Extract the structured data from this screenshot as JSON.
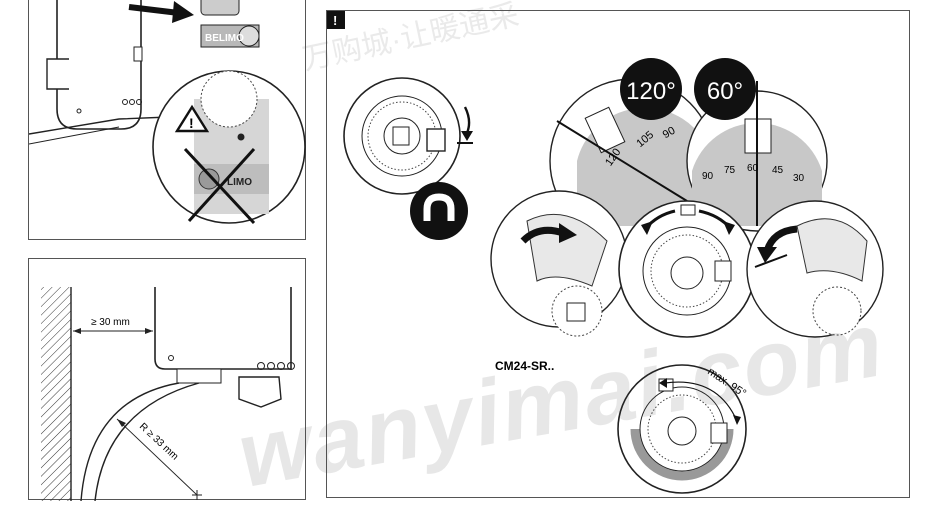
{
  "top_panel": {
    "device_label": "BELIMO",
    "device_label_small": "LIMO"
  },
  "cable_panel": {
    "wall_distance": "≥ 30 mm",
    "bend_radius": "R ≥ 33 mm"
  },
  "main_panel": {
    "warning_icon_text": "!",
    "angle_options": [
      "120°",
      "60°"
    ],
    "scale_120": [
      "90",
      "105",
      "120"
    ],
    "scale_60": [
      "90",
      "75",
      "60",
      "45",
      "30"
    ],
    "model_label": "CM24-SR..",
    "max_rotation": "max. 95°"
  },
  "watermark": {
    "primary": "wanyimai.com",
    "secondary": "万购城·让暖通采"
  }
}
